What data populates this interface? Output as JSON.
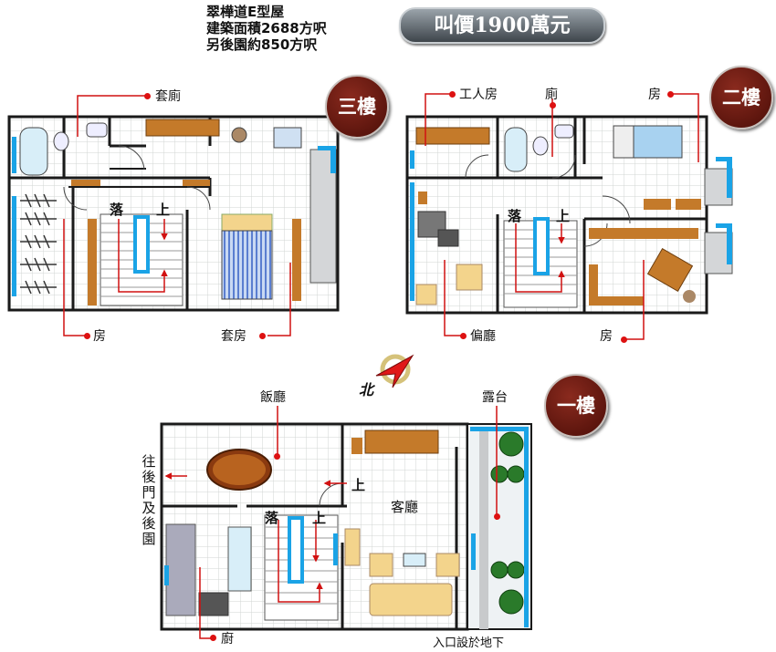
{
  "header": {
    "lines": [
      "翠樺道E型屋",
      "建築面積2688方呎",
      "另後園約850方呎"
    ],
    "price": "叫價1900萬元"
  },
  "floors": {
    "third": {
      "badge": "三樓",
      "labels": {
        "ensuite_bath": "套廁",
        "room": "房",
        "master_room": "套房"
      },
      "stairs": {
        "down": "落",
        "up": "上"
      }
    },
    "second": {
      "badge": "二樓",
      "labels": {
        "maid_room": "工人房",
        "toilet": "廁",
        "room_top": "房",
        "side_hall": "偏廳",
        "room_bottom": "房"
      },
      "stairs": {
        "down": "落",
        "up": "上"
      }
    },
    "first": {
      "badge": "一樓",
      "labels": {
        "dining": "飯廳",
        "terrace": "露台",
        "living": "客廳",
        "kitchen": "廚",
        "entrance_note": "入口設於地下",
        "rear_door": "往後門及後園"
      },
      "stairs": {
        "down": "落",
        "up": "上",
        "up2": "上"
      }
    }
  },
  "compass": {
    "north": "北"
  },
  "colors": {
    "wall": "#1a1a1a",
    "window": "#1aa3e6",
    "leader": "#d11111",
    "furniture": "#c47a2a",
    "floor_tile": "#d9dcd9"
  }
}
